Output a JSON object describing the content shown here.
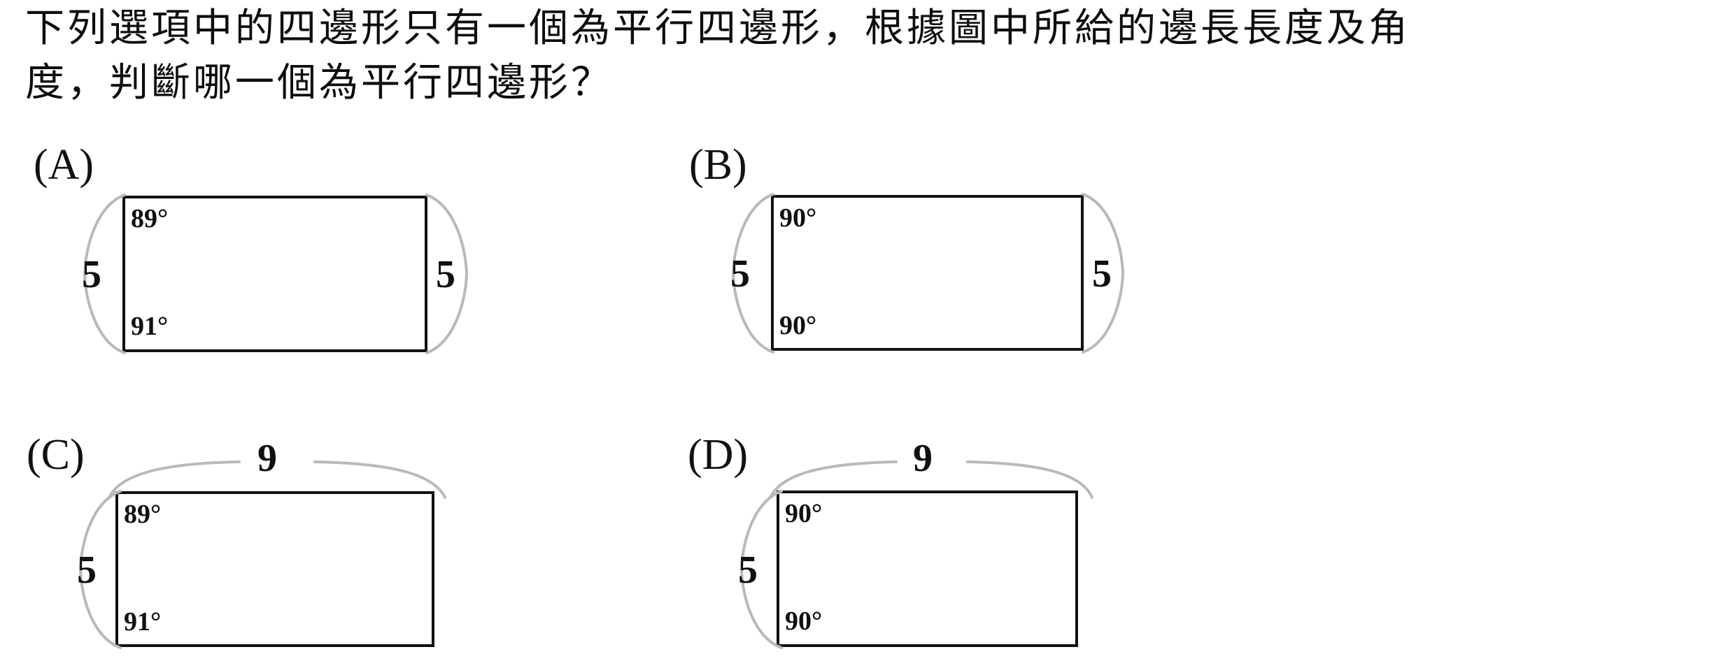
{
  "question": {
    "line1": "下列選項中的四邊形只有一個為平行四邊形，根據圖中所給的邊長長度及角",
    "line2": "度，判斷哪一個為平行四邊形？"
  },
  "colors": {
    "shape_stroke": "#111111",
    "brace_stroke": "#b9b9b9",
    "text": "#111111",
    "background": "#ffffff"
  },
  "options": [
    {
      "id": "a",
      "label": "(A)",
      "angle_top_left": "89°",
      "angle_bottom_left": "91°",
      "side_left": "5",
      "side_right": "5",
      "side_top": ""
    },
    {
      "id": "b",
      "label": "(B)",
      "angle_top_left": "90°",
      "angle_bottom_left": "90°",
      "side_left": "5",
      "side_right": "5",
      "side_top": ""
    },
    {
      "id": "c",
      "label": "(C)",
      "angle_top_left": "89°",
      "angle_bottom_left": "91°",
      "side_left": "5",
      "side_right": "",
      "side_top": "9"
    },
    {
      "id": "d",
      "label": "(D)",
      "angle_top_left": "90°",
      "angle_bottom_left": "90°",
      "side_left": "5",
      "side_right": "",
      "side_top": "9"
    }
  ]
}
